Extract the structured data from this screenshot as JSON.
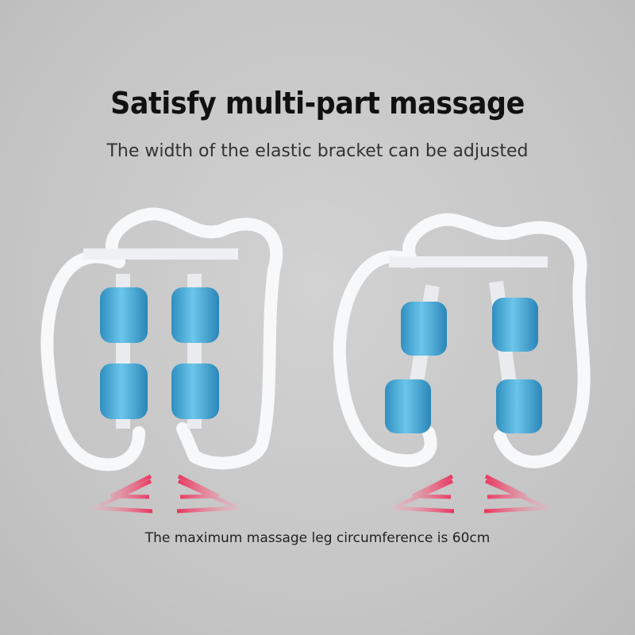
{
  "headline": "Satisfy multi-part massage",
  "subheadline": "The width of the elastic bracket can be adjusted",
  "footnote": "The maximum massage leg circumference is 60cm",
  "colors": {
    "roller": "#4fb3db",
    "frame": "#f7f8fa",
    "arrow": "#e8325a",
    "background": "#c8c8c8"
  }
}
